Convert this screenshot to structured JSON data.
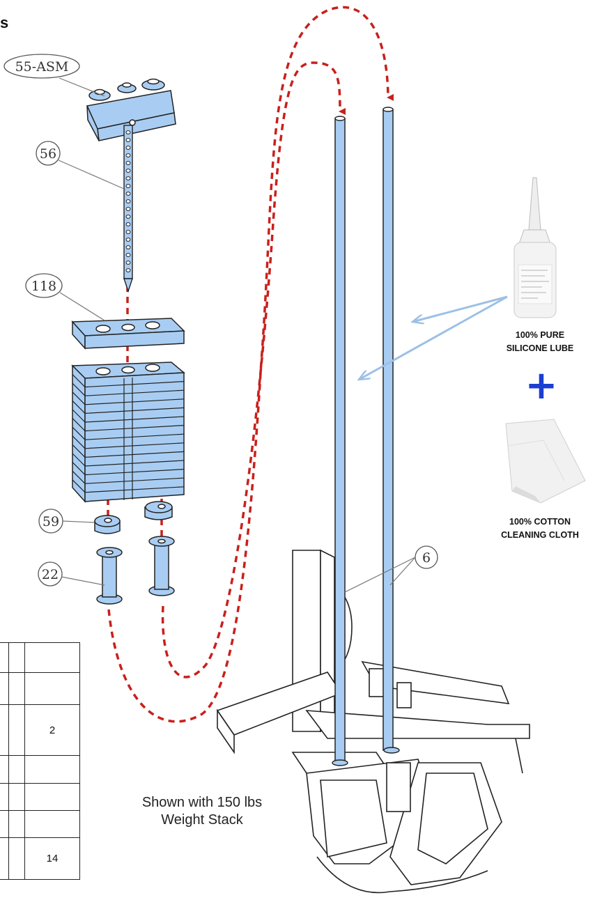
{
  "heading_fragment": "s",
  "callouts": [
    "55-ASM",
    "56",
    "118",
    "59",
    "22",
    "6"
  ],
  "supplies": {
    "lube_line1": "100% PURE",
    "lube_line2": "SILICONE LUBE",
    "plus": "+",
    "cloth_line1": "100% COTTON",
    "cloth_line2": "CLEANING CLOTH"
  },
  "caption_line1": "Shown with 150 lbs",
  "caption_line2": "Weight Stack",
  "parts_table": {
    "rows": [
      "",
      "",
      "2",
      "",
      "",
      "",
      "14"
    ]
  },
  "colors": {
    "part_fill": "#a9cdf2",
    "guide_dash": "#c9201c",
    "lube_arrow": "#9cc0e6",
    "plus_sign": "#1b3fd0"
  }
}
